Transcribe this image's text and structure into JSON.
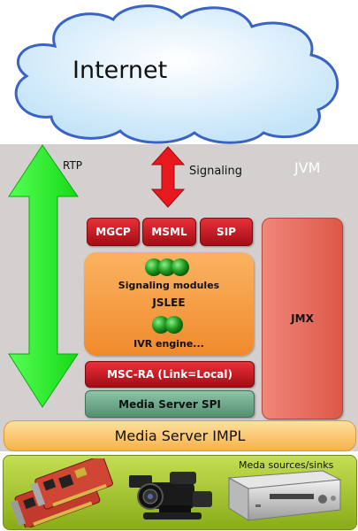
{
  "cloud": {
    "label": "Internet"
  },
  "container": {
    "label": "JVM"
  },
  "arrows": {
    "rtp_label": "RTP",
    "signaling_label": "Signaling"
  },
  "protocols": [
    {
      "label": "MGCP"
    },
    {
      "label": "MSML"
    },
    {
      "label": "SIP"
    }
  ],
  "jslee": {
    "title": "JSLEE",
    "signaling_label": "Signaling modules",
    "ivr_label": "IVR engine..."
  },
  "jmx": {
    "label": "JMX"
  },
  "msc_ra": {
    "label": "MSC-RA (Link=Local)"
  },
  "spi": {
    "label": "Media Server SPI"
  },
  "impl": {
    "label": "Media Server IMPL"
  },
  "sources": {
    "label": "Meda sources/sinks"
  },
  "colors": {
    "cloud_fill": "#d2ecfa",
    "cloud_stroke": "#3a63c4",
    "jvm_bg": "#d4d0d0",
    "green_arrow": "#22ee22",
    "red_box": "#d41e26",
    "orange_box": "#f79d3e",
    "jmx_box": "#e97264",
    "spi_box": "#6aa88a",
    "impl_bar": "#fbc46b",
    "sources_bg": "#a6c62a"
  }
}
